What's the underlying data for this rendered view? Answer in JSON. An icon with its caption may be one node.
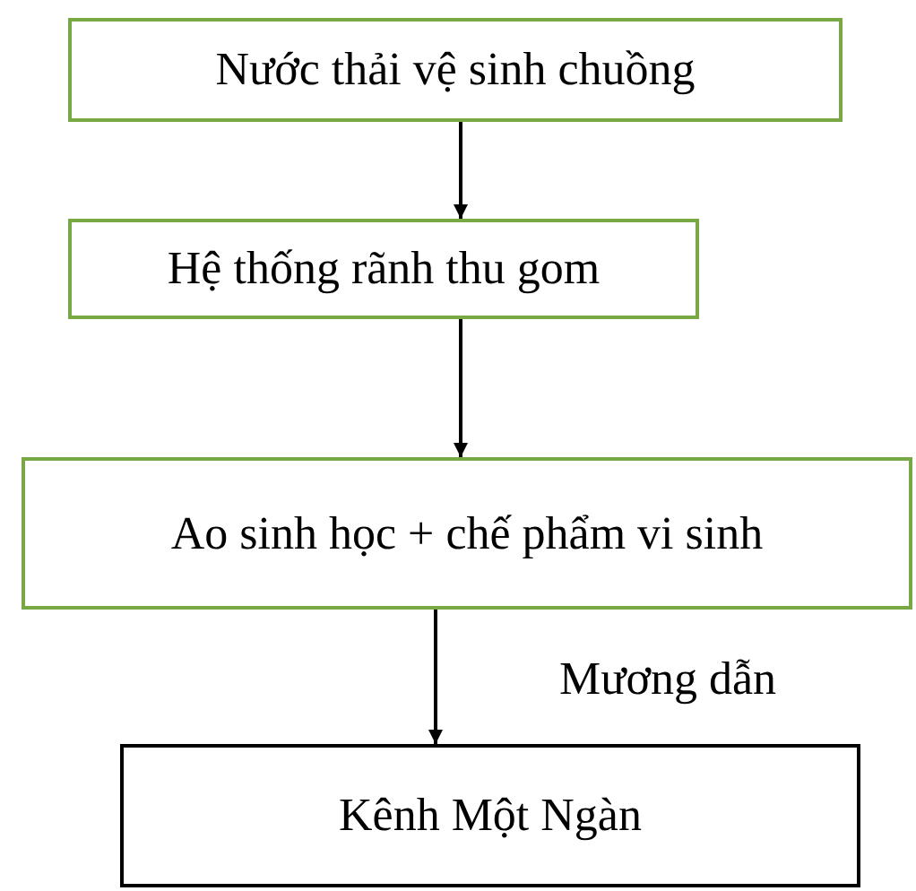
{
  "diagram": {
    "nodes": [
      {
        "text": [
          "Nước thải vệ sinh chuồng"
        ]
      },
      {
        "text": [
          "Hệ thống rãnh thu gom"
        ]
      },
      {
        "text": [
          "Ao sinh học + chế phẩm vi sinh"
        ]
      },
      {
        "text": [
          "Kênh Một Ngàn"
        ]
      }
    ],
    "edges": [
      {
        "from": 0,
        "to": 1,
        "arrow": "to"
      },
      {
        "from": 1,
        "to": 2,
        "arrow": "to"
      },
      {
        "from": 2,
        "to": 3,
        "arrow": "to",
        "label": "Mương dẫn"
      }
    ]
  }
}
